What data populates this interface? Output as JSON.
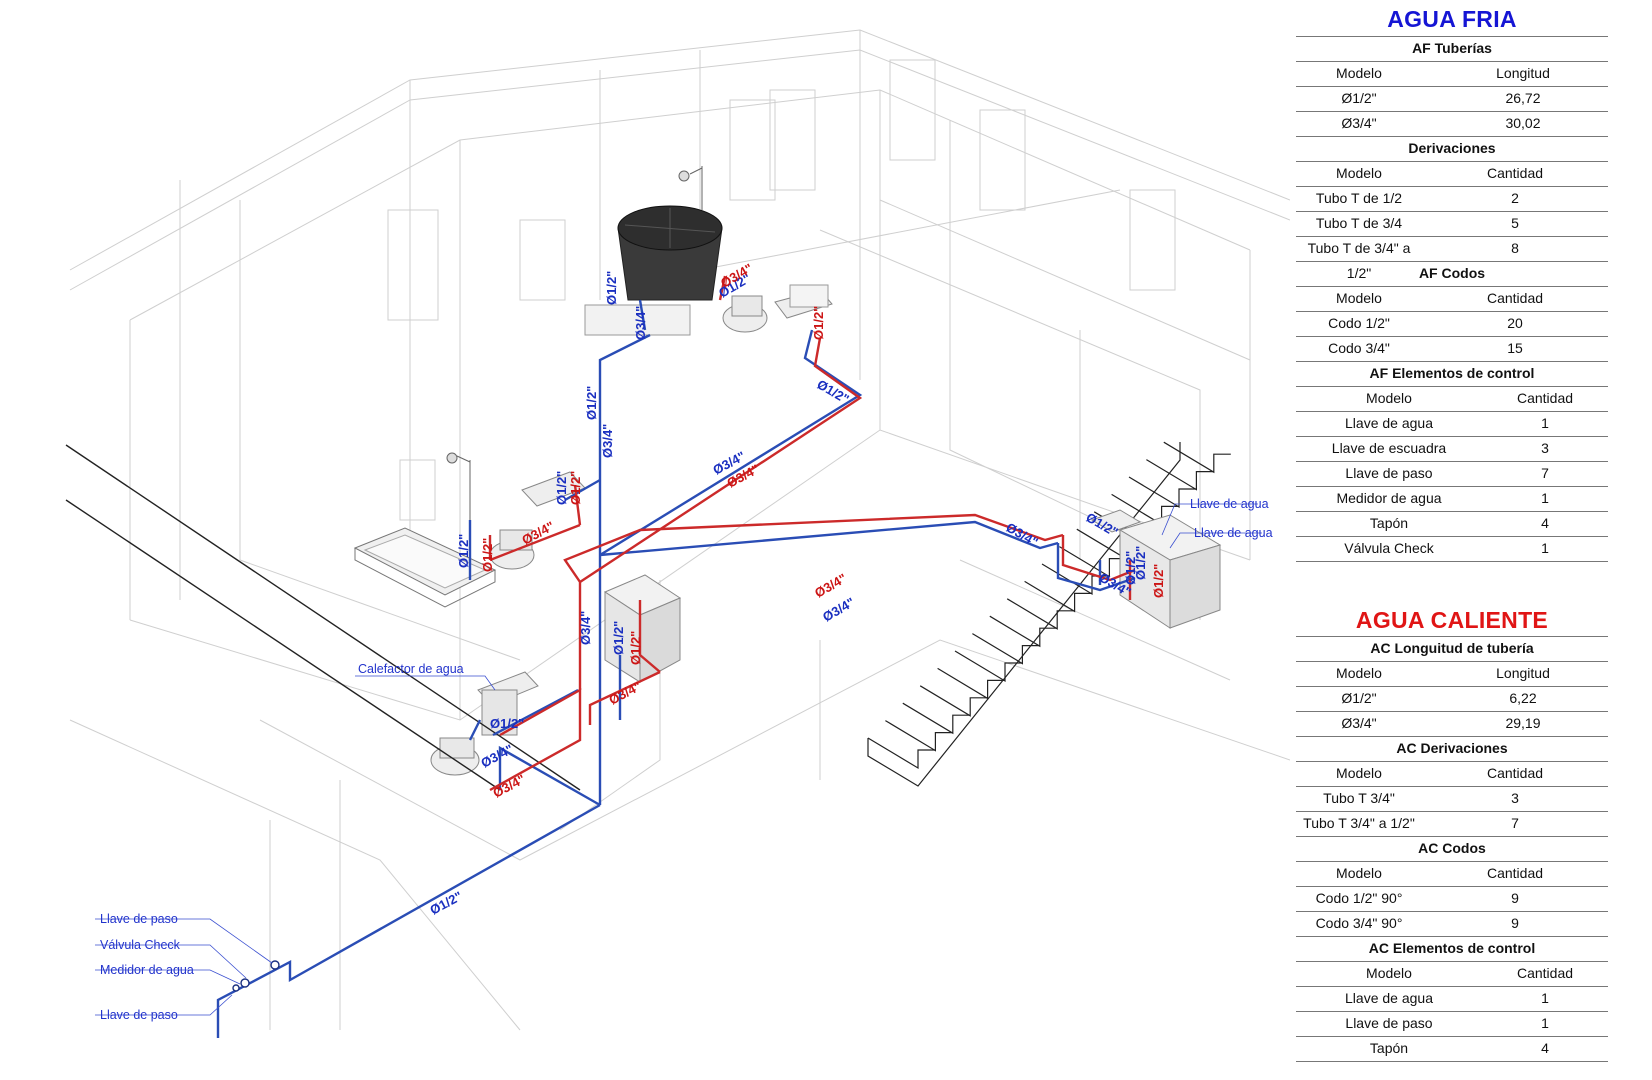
{
  "drawing": {
    "pipe_colors": {
      "cold": "#2a4db5",
      "hot": "#cc2a2a",
      "main": "#1a2f80",
      "building": "#c8c8c8"
    },
    "callouts": [
      {
        "id": "calefactor",
        "text": "Calefactor de agua"
      },
      {
        "id": "llave1",
        "text": "Llave de agua"
      },
      {
        "id": "llave2",
        "text": "Llave de agua"
      },
      {
        "id": "paso1",
        "text": "Llave de paso"
      },
      {
        "id": "check",
        "text": "Válvula Check"
      },
      {
        "id": "medidor",
        "text": "Medidor de agua"
      },
      {
        "id": "paso2",
        "text": "Llave de paso"
      }
    ],
    "pipe_labels": [
      {
        "id": "c1",
        "text": "Ø1/2\"",
        "color": "cold"
      },
      {
        "id": "c2",
        "text": "Ø3/4\"",
        "color": "cold"
      },
      {
        "id": "c3",
        "text": "Ø1/2\"",
        "color": "cold"
      },
      {
        "id": "h1",
        "text": "Ø3/4\"",
        "color": "hot"
      },
      {
        "id": "h2",
        "text": "Ø1/2\"",
        "color": "hot"
      },
      {
        "id": "c4",
        "text": "Ø1/2\"",
        "color": "cold"
      },
      {
        "id": "c5",
        "text": "Ø3/4\"",
        "color": "cold"
      },
      {
        "id": "c6",
        "text": "Ø1/2\"",
        "color": "cold"
      },
      {
        "id": "c7",
        "text": "Ø3/4\"",
        "color": "cold"
      },
      {
        "id": "c8",
        "text": "Ø3/4\"",
        "color": "cold"
      },
      {
        "id": "h3",
        "text": "Ø3/4\"",
        "color": "hot"
      },
      {
        "id": "c9",
        "text": "Ø1/2\"",
        "color": "cold"
      },
      {
        "id": "h4",
        "text": "Ø1/2\"",
        "color": "hot"
      },
      {
        "id": "c10",
        "text": "Ø1/2\"",
        "color": "cold"
      },
      {
        "id": "h5",
        "text": "Ø1/2\"",
        "color": "hot"
      },
      {
        "id": "h6",
        "text": "Ø3/4\"",
        "color": "hot"
      },
      {
        "id": "h7",
        "text": "Ø3/4\"",
        "color": "hot"
      },
      {
        "id": "c11",
        "text": "Ø1/2\"",
        "color": "cold"
      },
      {
        "id": "h8",
        "text": "Ø1/2\"",
        "color": "hot"
      },
      {
        "id": "h9",
        "text": "Ø3/4\"",
        "color": "hot"
      },
      {
        "id": "c12",
        "text": "Ø3/4\"",
        "color": "cold"
      },
      {
        "id": "c13",
        "text": "Ø3/4\"",
        "color": "cold"
      },
      {
        "id": "c14",
        "text": "Ø1/2\"",
        "color": "cold"
      },
      {
        "id": "c15",
        "text": "Ø1/2\"",
        "color": "cold"
      },
      {
        "id": "c16",
        "text": "Ø3/4\"",
        "color": "cold"
      },
      {
        "id": "h10",
        "text": "Ø3/4\"",
        "color": "hot"
      },
      {
        "id": "c17",
        "text": "Ø1/2\"",
        "color": "cold"
      },
      {
        "id": "c18",
        "text": "Ø1/2\"",
        "color": "cold"
      },
      {
        "id": "c19",
        "text": "Ø3/4\"",
        "color": "cold"
      },
      {
        "id": "c20",
        "text": "Ø1/2\"",
        "color": "cold"
      },
      {
        "id": "h11",
        "text": "Ø1/2\"",
        "color": "hot"
      }
    ]
  },
  "agua_fria": {
    "title": "AGUA FRIA",
    "title_color": "#1515d4",
    "groups": [
      {
        "title": "AF Tuberías",
        "headers": [
          "Modelo",
          "Longitud"
        ],
        "rows": [
          [
            "Ø1/2\"",
            "26,72"
          ],
          [
            "Ø3/4\"",
            "30,02"
          ]
        ]
      },
      {
        "title": "Derivaciones",
        "headers": [
          "Modelo",
          "Cantidad"
        ],
        "rows": [
          [
            "Tubo T de 1/2",
            "2"
          ],
          [
            "Tubo T de 3/4",
            "5"
          ],
          [
            "Tubo T de 3/4\" a 1/2\"",
            "8"
          ]
        ]
      },
      {
        "title": "AF Codos",
        "headers": [
          "Modelo",
          "Cantidad"
        ],
        "rows": [
          [
            "Codo 1/2\"",
            "20"
          ],
          [
            "Codo 3/4\"",
            "15"
          ]
        ]
      },
      {
        "title": "AF Elementos de control",
        "headers": [
          "Modelo",
          "Cantidad"
        ],
        "rows": [
          [
            "Llave de agua",
            "1"
          ],
          [
            "Llave de escuadra",
            "3"
          ],
          [
            "Llave de paso",
            "7"
          ],
          [
            "Medidor de agua",
            "1"
          ],
          [
            "Tapón",
            "4"
          ],
          [
            "Válvula Check",
            "1"
          ]
        ]
      }
    ]
  },
  "agua_caliente": {
    "title": "AGUA CALIENTE",
    "title_color": "#e01515",
    "groups": [
      {
        "title": "AC Longuitud de tubería",
        "headers": [
          "Modelo",
          "Longitud"
        ],
        "rows": [
          [
            "Ø1/2\"",
            "6,22"
          ],
          [
            "Ø3/4\"",
            "29,19"
          ]
        ]
      },
      {
        "title": "AC Derivaciones",
        "headers": [
          "Modelo",
          "Cantidad"
        ],
        "rows": [
          [
            "Tubo T 3/4\"",
            "3"
          ],
          [
            "Tubo T 3/4\" a 1/2\"",
            "7"
          ]
        ]
      },
      {
        "title": "AC Codos",
        "headers": [
          "Modelo",
          "Cantidad"
        ],
        "rows": [
          [
            "Codo 1/2\" 90°",
            "9"
          ],
          [
            "Codo 3/4\" 90°",
            "9"
          ]
        ]
      },
      {
        "title": "AC Elementos de control",
        "headers": [
          "Modelo",
          "Cantidad"
        ],
        "rows": [
          [
            "Llave de agua",
            "1"
          ],
          [
            "Llave de paso",
            "1"
          ],
          [
            "Tapón",
            "4"
          ]
        ]
      }
    ]
  }
}
